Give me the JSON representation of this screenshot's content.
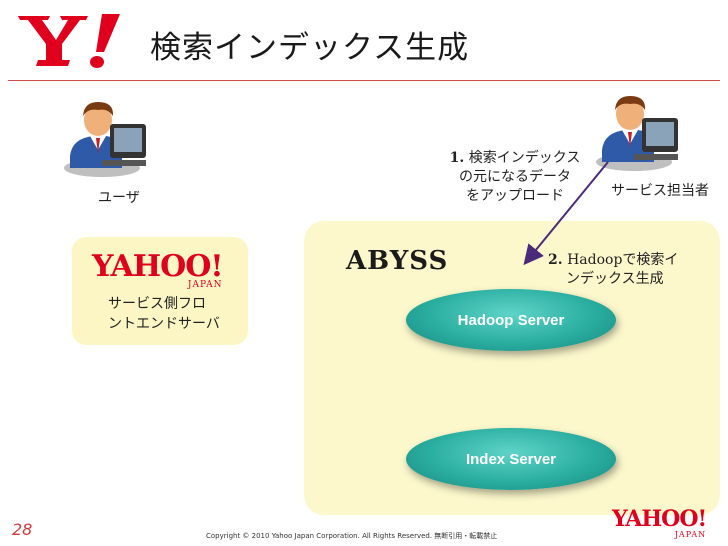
{
  "slide": {
    "title": "検索インデックス生成",
    "page_number": "28",
    "copyright": "Copyright © 2010 Yahoo Japan Corporation. All Rights Reserved. 無断引用・転載禁止"
  },
  "logos": {
    "top": "Y!",
    "left_box_main": "YAHOO!",
    "left_box_sub": "JAPAN",
    "footer_main": "YAHOO!",
    "footer_sub": "JAPAN"
  },
  "actors": {
    "user_label": "ユーザ",
    "admin_label": "サービス担当者"
  },
  "left_box": {
    "label_line1": "サービス側フロ",
    "label_line2": "ントエンドサーバ"
  },
  "abyss": {
    "label": "ABYSS",
    "hadoop_server": "Hadoop Server",
    "index_server": "Index Server"
  },
  "steps": {
    "step1_num": "1.",
    "step1_line1": "検索インデックス",
    "step1_line2": "の元になるデータ",
    "step1_line3": "をアップロード",
    "step2_num": "2.",
    "step2_line1_word": "Hadoop",
    "step2_line1_rest": "で検索イ",
    "step2_line2": "ンデックス生成"
  },
  "colors": {
    "brand_red": "#e0001e",
    "box_yellow": "#fcf8cc",
    "server_teal": "#2aaea0",
    "arrow_purple": "#4b2a7a"
  }
}
